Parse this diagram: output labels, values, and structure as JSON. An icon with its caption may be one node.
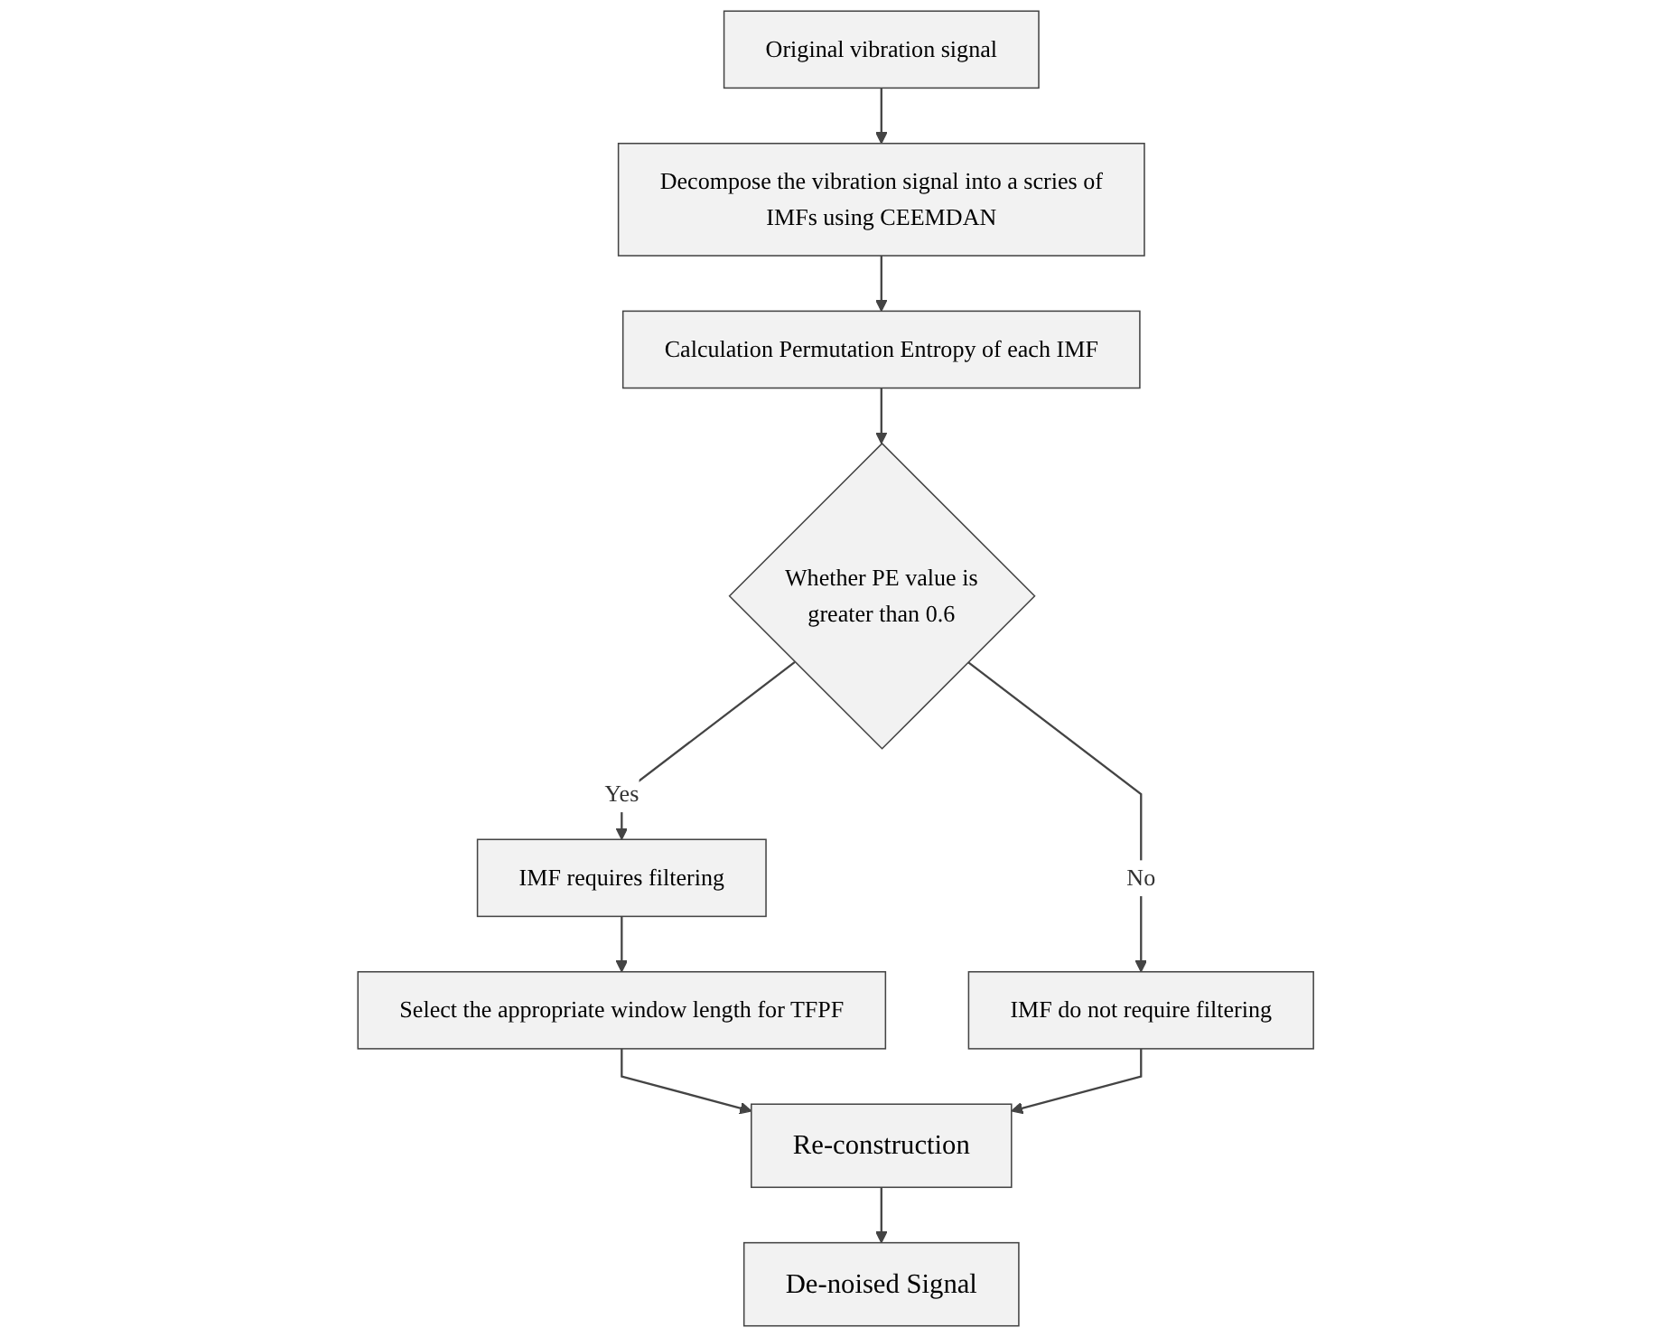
{
  "diagram": {
    "nodes": [
      {
        "text": [
          "Original vibration signal"
        ]
      },
      {
        "text": [
          "Decompose the vibration signal into a scries of IMFs using CEEMDAN"
        ]
      },
      {
        "text": [
          "Calculation Permutation Entropy of each IMF"
        ]
      },
      {
        "text": [
          "Whether PE value is greater than 0.6"
        ]
      },
      {
        "text": [
          "IMF requires filtering"
        ]
      },
      {
        "text": [
          "IMF do not require filtering"
        ]
      },
      {
        "text": [
          "Select the appropriate window length for TFPF"
        ]
      },
      {
        "text": [
          "Re-construction"
        ]
      },
      {
        "text": [
          "De-noised Signal"
        ]
      }
    ],
    "edges": [
      {
        "from": 0,
        "to": 1,
        "arrow": "to"
      },
      {
        "from": 1,
        "to": 2,
        "arrow": "to"
      },
      {
        "from": 2,
        "to": 3,
        "arrow": "to"
      },
      {
        "from": 3,
        "to": 4,
        "arrow": "to",
        "label": "Yes"
      },
      {
        "from": 3,
        "to": 5,
        "arrow": "to",
        "label": "No"
      },
      {
        "from": 4,
        "to": 6,
        "arrow": "to"
      },
      {
        "from": 6,
        "to": 7,
        "arrow": "to"
      },
      {
        "from": 5,
        "to": 7,
        "arrow": "to"
      },
      {
        "from": 7,
        "to": 8,
        "arrow": "to"
      }
    ]
  }
}
